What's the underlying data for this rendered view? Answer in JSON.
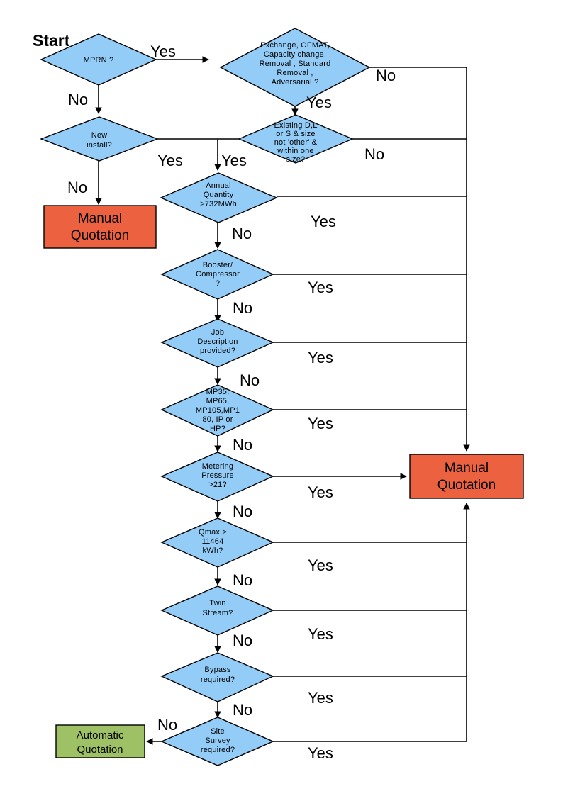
{
  "diagram": {
    "title_label": "Start",
    "colors": {
      "decision_fill": "#93CCF7",
      "manual_fill": "#EC6240",
      "automatic_fill": "#9FC165",
      "stroke": "#000000",
      "background": "#FFFFFF"
    },
    "nodes": [
      {
        "id": "mprn",
        "type": "decision",
        "lines": [
          "MPRN ?"
        ]
      },
      {
        "id": "exchange",
        "type": "decision",
        "lines": [
          "Exchange, OFMAT,",
          "Capacity change,",
          "Removal , Standard",
          "Removal ,",
          "Adversarial ?"
        ]
      },
      {
        "id": "new_install",
        "type": "decision",
        "lines": [
          "New",
          "install?"
        ]
      },
      {
        "id": "existing",
        "type": "decision",
        "lines": [
          "Existing D,L",
          "or S & size",
          "not 'other' &",
          "within one",
          "size?"
        ]
      },
      {
        "id": "annual",
        "type": "decision",
        "lines": [
          "Annual",
          "Quantity",
          ">732MWh"
        ]
      },
      {
        "id": "booster",
        "type": "decision",
        "lines": [
          "Booster/",
          "Compressor",
          "?"
        ]
      },
      {
        "id": "jobdesc",
        "type": "decision",
        "lines": [
          "Job",
          "Description",
          "provided?"
        ]
      },
      {
        "id": "mpclass",
        "type": "decision",
        "lines": [
          "MP35,",
          "MP65,",
          "MP105,MP1",
          "80, IP or",
          "HP?"
        ]
      },
      {
        "id": "pressure",
        "type": "decision",
        "lines": [
          "Metering",
          "Pressure",
          ">21?"
        ]
      },
      {
        "id": "qmax",
        "type": "decision",
        "lines": [
          "Qmax >",
          "11464",
          "kWh?"
        ]
      },
      {
        "id": "twin",
        "type": "decision",
        "lines": [
          "Twin",
          "Stream?"
        ]
      },
      {
        "id": "bypass",
        "type": "decision",
        "lines": [
          "Bypass",
          "required?"
        ]
      },
      {
        "id": "site",
        "type": "decision",
        "lines": [
          "Site",
          "Survey",
          "required?"
        ]
      },
      {
        "id": "manual_left",
        "type": "terminal",
        "lines": [
          "Manual",
          "Quotation"
        ]
      },
      {
        "id": "manual_right",
        "type": "terminal",
        "lines": [
          "Manual",
          "Quotation"
        ]
      },
      {
        "id": "automatic",
        "type": "terminal",
        "lines": [
          "Automatic",
          "Quotation"
        ]
      }
    ],
    "edge_labels": {
      "mprn_yes": "Yes",
      "mprn_no": "No",
      "exchange_no": "No",
      "exchange_yes": "Yes",
      "new_install_yes": "Yes",
      "new_install_no": "No",
      "existing_yes": "Yes",
      "existing_no": "No",
      "annual_yes": "Yes",
      "annual_no": "No",
      "booster_yes": "Yes",
      "booster_no": "No",
      "jobdesc_yes": "Yes",
      "jobdesc_no": "No",
      "mpclass_yes": "Yes",
      "mpclass_no": "No",
      "pressure_yes": "Yes",
      "pressure_no": "No",
      "qmax_yes": "Yes",
      "qmax_no": "No",
      "twin_yes": "Yes",
      "twin_no": "No",
      "bypass_yes": "Yes",
      "bypass_no": "No",
      "site_yes": "Yes",
      "site_no": "No"
    }
  }
}
